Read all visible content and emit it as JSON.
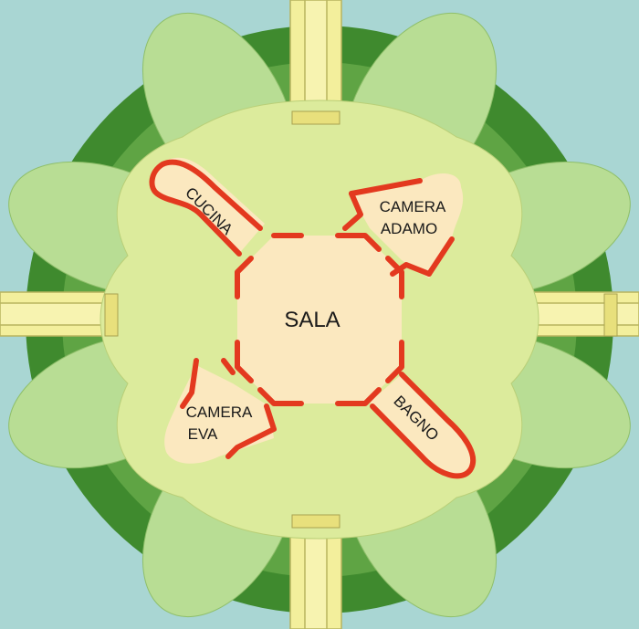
{
  "plan": {
    "rooms": {
      "sala": "SALA",
      "cucina": "CUCINA",
      "camera_adamo_line1": "CAMERA",
      "camera_adamo_line2": "ADAMO",
      "camera_eva_line1": "CAMERA",
      "camera_eva_line2": "EVA",
      "bagno": "BAGNO"
    },
    "colors": {
      "water": "#a9d6d3",
      "outer_ring": "#3f8a2e",
      "inner_ring": "#5fa444",
      "outer_petals": "#b8dd94",
      "inner_petals": "#dceb9c",
      "room_fill": "#fbe8bf",
      "walls": "#e3391f",
      "paths": "#f3ef9c"
    }
  }
}
